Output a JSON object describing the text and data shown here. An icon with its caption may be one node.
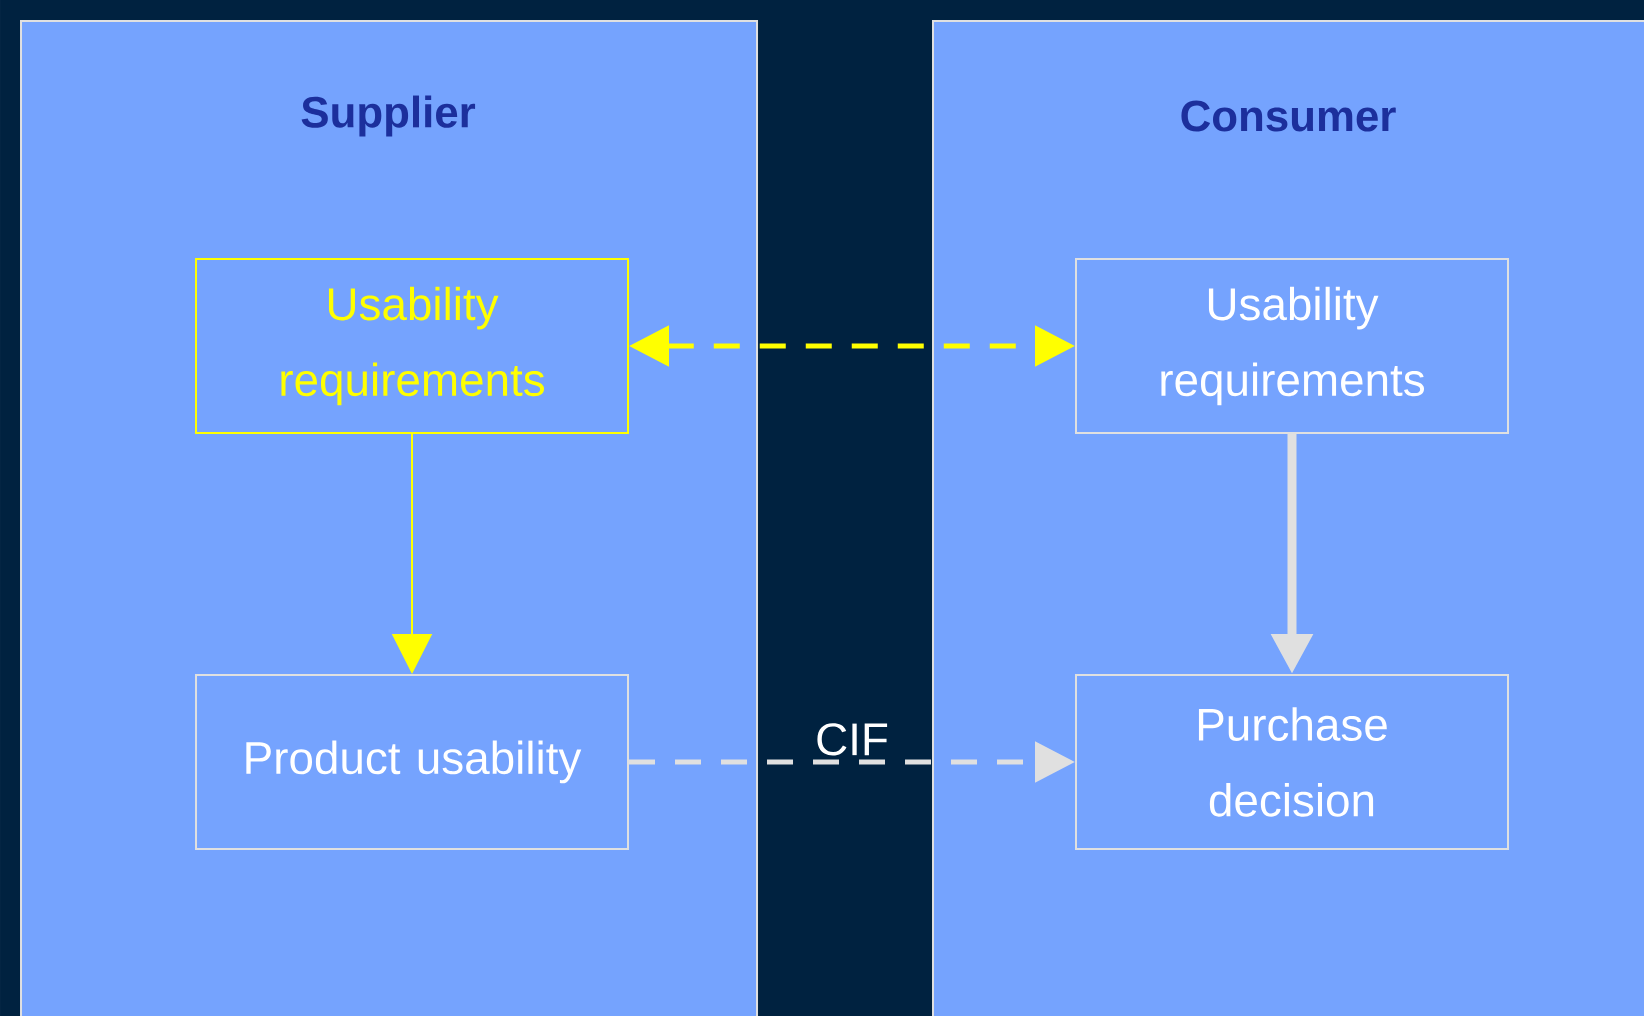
{
  "diagram": {
    "nodes": [
      {
        "text": [
          "Supplier"
        ]
      },
      {
        "text": [
          "Usability requirements"
        ],
        "in": 0
      },
      {
        "text": [
          "Product usability"
        ],
        "in": 0
      },
      {
        "text": [
          "Consumer"
        ]
      },
      {
        "text": [
          "Usability requirements"
        ],
        "in": 3
      },
      {
        "text": [
          "Purchase decision"
        ],
        "in": 3
      }
    ],
    "edges": [
      {
        "from": 1,
        "to": 4,
        "arrow": "both",
        "style": "dashed",
        "color": "#ffff00"
      },
      {
        "from": 1,
        "to": 2,
        "arrow": "to",
        "color": "#ffff00"
      },
      {
        "from": 2,
        "to": 5,
        "arrow": "to",
        "style": "dashed",
        "label": "CIF",
        "color": "#e0e0e0"
      },
      {
        "from": 4,
        "to": 5,
        "arrow": "to",
        "style": "thick",
        "color": "#e0e0e0"
      }
    ]
  }
}
